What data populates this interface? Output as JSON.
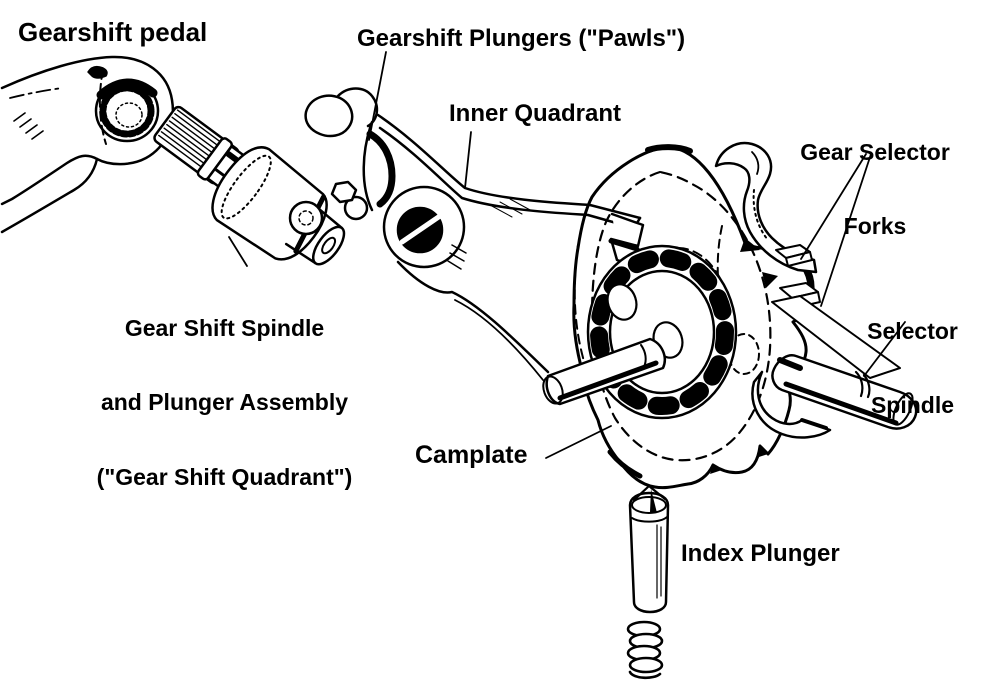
{
  "diagram": {
    "ink_color": "#000000",
    "background": "#ffffff",
    "labels": {
      "gearshift_pedal": "Gearshift pedal",
      "gearshift_plungers": "Gearshift Plungers (\"Pawls\")",
      "inner_quadrant": "Inner Quadrant",
      "gear_selector_forks": {
        "line1": "Gear Selector",
        "line2": "Forks"
      },
      "gear_shift_assembly": {
        "line1": "Gear Shift Spindle",
        "line2": "and Plunger Assembly",
        "line3": "(\"Gear Shift Quadrant\")"
      },
      "selector_spindle": {
        "line1": "Selector",
        "line2": "Spindle"
      },
      "camplate": "Camplate",
      "index_plunger": "Index Plunger"
    }
  }
}
